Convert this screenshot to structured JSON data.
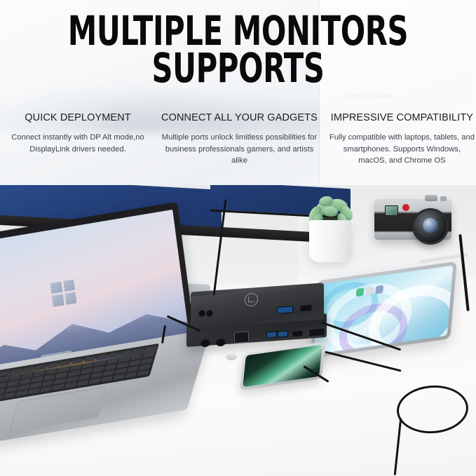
{
  "banner": {
    "headline_line1": "MULTIPLE MONITORS",
    "headline_line2": "SUPPORTS",
    "background_watermark": "док-станция",
    "colors": {
      "headline": "#0a0a0a",
      "column_title": "#1d1d1f",
      "column_body": "#3b3f45",
      "background": "#f4f6f8",
      "monitor_screen": "#24407a",
      "dock_body": "#2c2e31",
      "usb_port_blue": "#1b4f8a",
      "camera_red_dot": "#c8202a",
      "tablet_wallpaper": "#8fd9ef",
      "plant_green": "#8ec093"
    },
    "columns": [
      {
        "title": "QUICK DEPLOYMENT",
        "body": "Connect instantly with DP Alt mode,no DisplayLink drivers needed."
      },
      {
        "title": "CONNECT ALL YOUR GADGETS",
        "body": "Multiple ports unlock limitless possibilities for business professionals gamers, and artists alike"
      },
      {
        "title": "IMPRESSIVE COMPATIBILITY",
        "body": "Fully compatible with laptops, tablets, and smartphones. Supports Windows, macOS, and Chrome OS"
      }
    ]
  },
  "photo": {
    "caption": "Desk scene with Dell docking station connected to a laptop, external monitor, tablet, and smartphone",
    "objects": [
      {
        "name": "external-monitor",
        "detail": "Dell ultrawide monitor with deep blue screen"
      },
      {
        "name": "laptop",
        "detail": "Silver MacBook Pro, lid open showing Windows 11 desktop wallpaper"
      },
      {
        "name": "docking-station",
        "detail": "Dell dual-tier dock with RJ45, USB-A, USB-C, HDMI and DisplayPort"
      },
      {
        "name": "tablet",
        "detail": "iPad with blue and teal concentric ring wallpaper"
      },
      {
        "name": "smartphone",
        "detail": "iPhone with green wallpaper, charging via cable"
      },
      {
        "name": "camera",
        "detail": "Silver and black rangefinder camera with red logo dot"
      },
      {
        "name": "succulent-plant",
        "detail": "Green succulent in a white ceramic pot"
      },
      {
        "name": "stylus",
        "detail": "White stylus pen resting on the desk"
      },
      {
        "name": "cables",
        "detail": "Black USB-C cables coiled on the white desk"
      }
    ]
  }
}
